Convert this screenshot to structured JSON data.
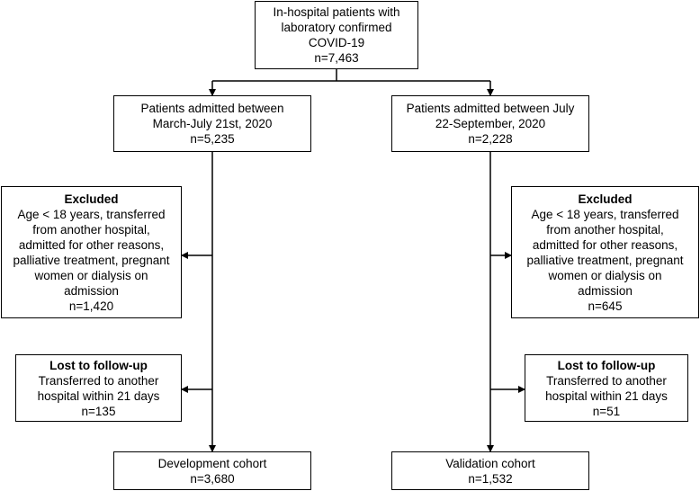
{
  "top": {
    "lines": [
      "In-hospital patients with",
      "laboratory confirmed",
      "COVID-19",
      "n=7,463"
    ]
  },
  "left_period": {
    "lines": [
      "Patients admitted between",
      "March-July 21st, 2020",
      "n=5,235"
    ]
  },
  "right_period": {
    "lines": [
      "Patients admitted between July",
      "22-September, 2020",
      "n=2,228"
    ]
  },
  "left_excluded": {
    "heading": "Excluded",
    "lines": [
      "Age < 18 years, transferred",
      "from another hospital,",
      "admitted for other reasons,",
      "palliative treatment, pregnant",
      "women or dialysis on",
      "admission",
      "n=1,420"
    ]
  },
  "right_excluded": {
    "heading": "Excluded",
    "lines": [
      "Age < 18 years, transferred",
      "from another hospital,",
      "admitted for other reasons,",
      "palliative treatment, pregnant",
      "women or dialysis on",
      "admission",
      "n=645"
    ]
  },
  "left_lost": {
    "heading": "Lost to follow-up",
    "lines": [
      "Transferred to another",
      "hospital within 21 days",
      "n=135"
    ]
  },
  "right_lost": {
    "heading": "Lost to follow-up",
    "lines": [
      "Transferred to another",
      "hospital within 21 days",
      "n=51"
    ]
  },
  "left_cohort": {
    "lines": [
      "Development cohort",
      "n=3,680"
    ]
  },
  "right_cohort": {
    "lines": [
      "Validation cohort",
      "n=1,532"
    ]
  }
}
